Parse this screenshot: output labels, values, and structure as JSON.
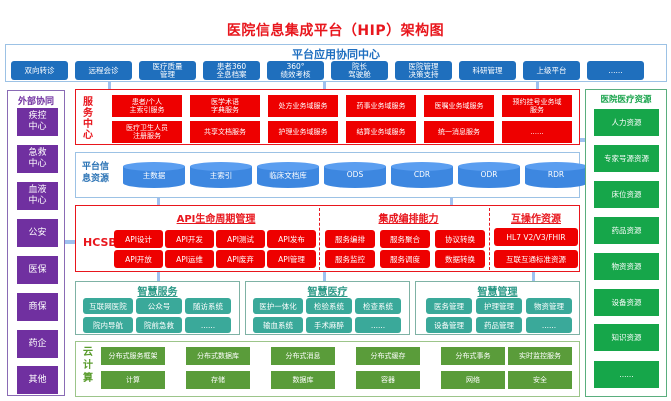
{
  "title": "医院信息集成平台（HIP）架构图",
  "app_center": {
    "title": "平台应用协同中心",
    "items": [
      "双向转诊",
      "远程会诊",
      "医疗质量\n管理",
      "患者360\n全息档案",
      "360°\n绩效考核",
      "院长\n驾驶舱",
      "医院管理\n决策支持",
      "科研管理",
      "上级平台",
      "......"
    ]
  },
  "external": {
    "title": "外部协同",
    "items": [
      "疾控\n中心",
      "急救\n中心",
      "血液\n中心",
      "公安",
      "医保",
      "商保",
      "药企",
      "其他"
    ]
  },
  "service_center": {
    "label": "服务中心",
    "row1": [
      "患者/个人\n主索引服务",
      "医学术语\n字典服务",
      "处方业务域服务",
      "药事业务域服务",
      "医嘱业务域服务",
      "预约挂号业务域\n服务"
    ],
    "row2": [
      "医疗卫生人员\n注册服务",
      "共享文档服务",
      "护理业务域服务",
      "结算业务域服务",
      "统一消息服务",
      "......"
    ]
  },
  "platform_info": {
    "label": "平台信息资源",
    "label_line1": "平台信",
    "label_line2": "息资源",
    "items": [
      "主数据",
      "主索引",
      "临床文档库",
      "ODS",
      "CDR",
      "ODR",
      "RDR"
    ]
  },
  "hcsb": {
    "label": "HCSB",
    "api": {
      "title": "API生命周期管理",
      "row1": [
        "API设计",
        "API开发",
        "API测试",
        "API发布"
      ],
      "row2": [
        "API开放",
        "API运维",
        "API废弃",
        "API管理"
      ]
    },
    "integration": {
      "title": "集成编排能力",
      "row1": [
        "服务编排",
        "服务聚合",
        "协议转换"
      ],
      "row2": [
        "服务监控",
        "服务调度",
        "数据转换"
      ]
    },
    "interop": {
      "title": "互操作资源",
      "items": [
        "HL7 V2/V3/FHIR",
        "互联互通标准资源"
      ]
    }
  },
  "smart_service": {
    "title": "智慧服务",
    "row1": [
      "互联网医院",
      "公众号",
      "随访系统"
    ],
    "row2": [
      "院内导航",
      "院前急救",
      "......"
    ]
  },
  "smart_medical": {
    "title": "智慧医疗",
    "row1": [
      "医护一体化",
      "检验系统",
      "检查系统"
    ],
    "row2": [
      "输血系统",
      "手术麻醉",
      "......"
    ]
  },
  "smart_management": {
    "title": "智慧管理",
    "row1": [
      "医务管理",
      "护理管理",
      "物资管理"
    ],
    "row2": [
      "设备管理",
      "药品管理",
      "......"
    ]
  },
  "cloud": {
    "label": "云计算",
    "row1": [
      "分布式服务框架",
      "分布式数据库",
      "分布式消息",
      "分布式缓存",
      "分布式事务",
      "实时监控服务"
    ],
    "row2": [
      "计算",
      "存储",
      "数据库",
      "容器",
      "网络",
      "安全"
    ]
  },
  "resources": {
    "title": "医院医疗资源",
    "items": [
      "人力资源",
      "专家号源资源",
      "床位资源",
      "药品资源",
      "物资资源",
      "设备资源",
      "知识资源",
      "......"
    ]
  },
  "colors": {
    "title_red": "#e8161d",
    "app_blue": "#1f6fbd",
    "external_purple": "#7030a0",
    "service_red": "#ee0000",
    "db_blue": "#3d87e0",
    "smart_teal": "#3aa99a",
    "cloud_green": "#5a9c3a",
    "resource_green": "#16a64a"
  }
}
